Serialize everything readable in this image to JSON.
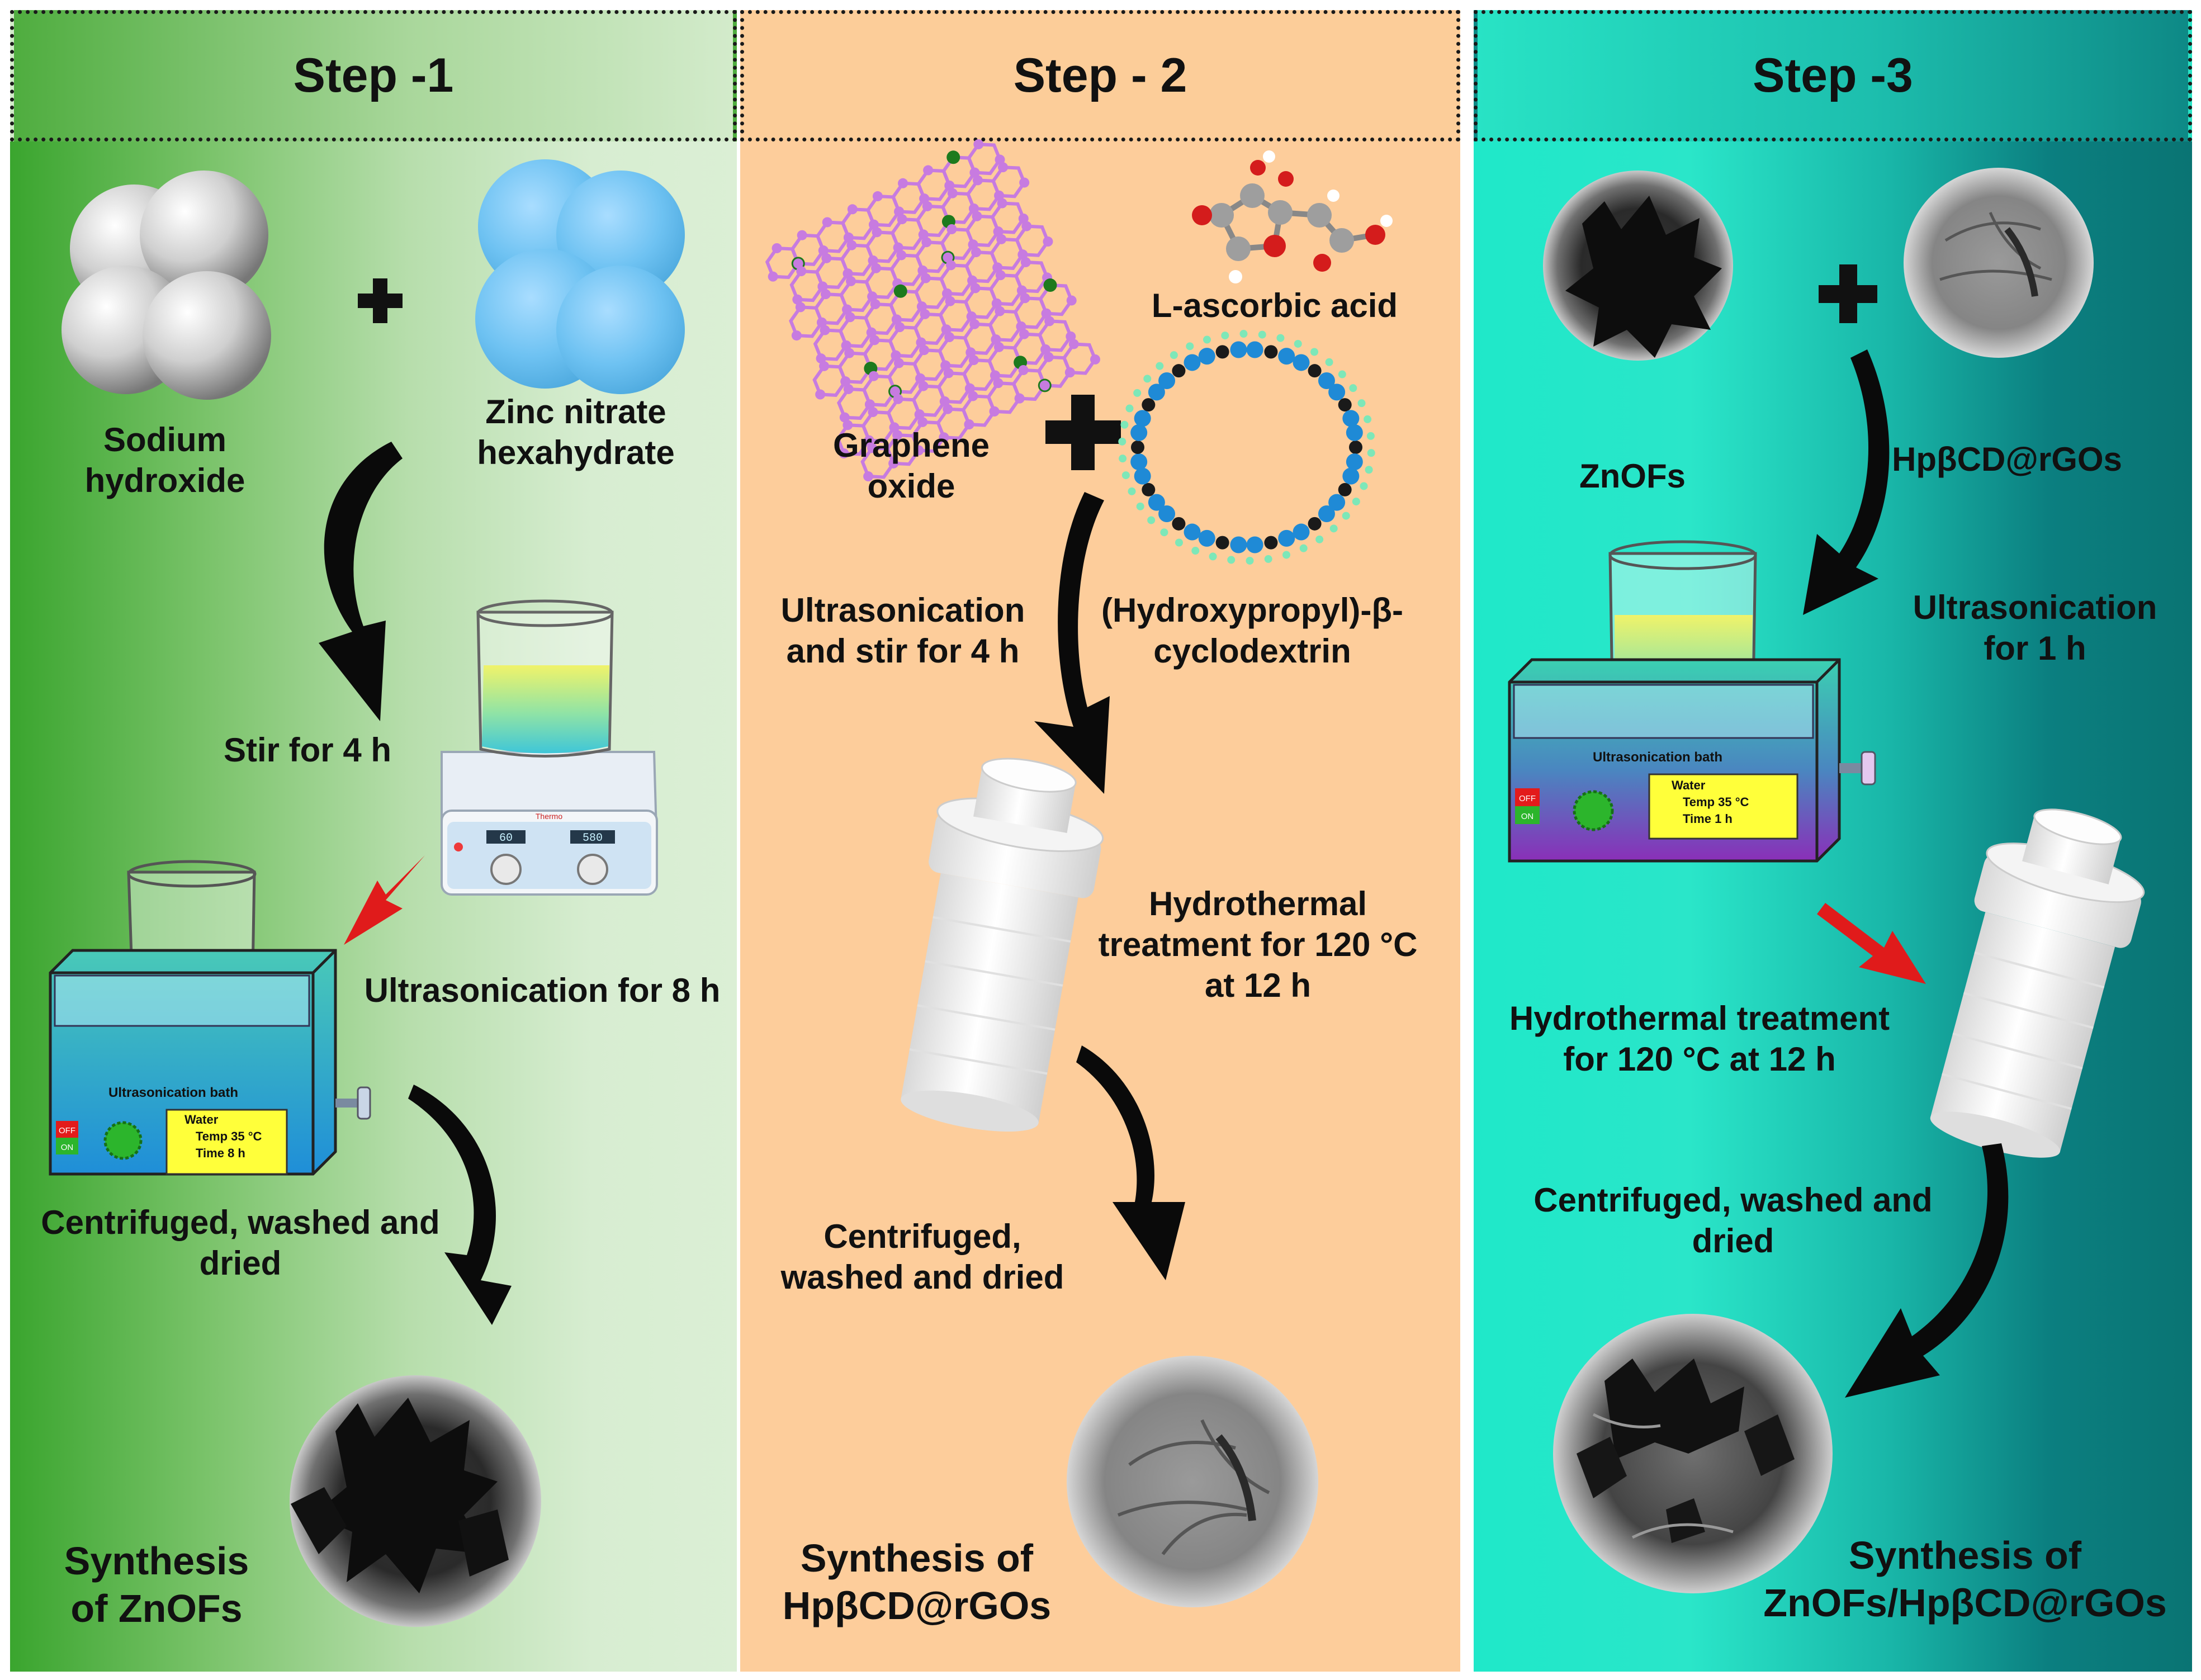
{
  "step1": {
    "title": "Step -1",
    "sodium_hydroxide": "Sodium hydroxide",
    "zinc_nitrate": "Zinc nitrate hexahydrate",
    "stir": "Stir for 4 h",
    "ultrasonication": "Ultrasonication for 8 h",
    "centrifuged": "Centrifuged, washed and dried",
    "synthesis": "Synthesis of ZnOFs",
    "bath_label": "Ultrasonication bath",
    "bath_water": "Water",
    "bath_temp": "Temp 35 °C",
    "bath_time": "Time 8 h",
    "switch_off": "OFF",
    "switch_on": "ON",
    "stirrer_brand": "Thermo",
    "stirrer_display_left": "60",
    "stirrer_display_right": "580"
  },
  "step2": {
    "title": "Step - 2",
    "graphene_oxide": "Graphene oxide",
    "ascorbic_acid": "L-ascorbic acid",
    "ultrasonication": "Ultrasonication and stir for 4 h",
    "cyclodextrin": "(Hydroxypropyl)-β-cyclodextrin",
    "hydrothermal": "Hydrothermal treatment for  120 °C at 12 h",
    "centrifuged": "Centrifuged, washed and dried",
    "synthesis": "Synthesis of HpβCD@rGOs"
  },
  "step3": {
    "title": "Step -3",
    "znofs": "ZnOFs",
    "hpbcd": "HpβCD@rGOs",
    "ultrasonication": "Ultrasonication for 1 h",
    "hydrothermal": "Hydrothermal treatment for  120 °C at 12 h",
    "centrifuged": "Centrifuged, washed and dried",
    "synthesis": "Synthesis of ZnOFs/HpβCD@rGOs",
    "bath_label": "Ultrasonication bath",
    "bath_water": "Water",
    "bath_temp": "Temp 35 °C",
    "bath_time": "Time 1 h",
    "switch_off": "OFF",
    "switch_on": "ON"
  },
  "colors": {
    "step1_bg": "#3aa52e",
    "step2_bg": "#fdcd9b",
    "step3_bg": "#1fe8c9",
    "graphene_atom": "#c77be0",
    "cyclodextrin_atom": "#1f8ad6",
    "red_arrow": "#e01b1b"
  }
}
